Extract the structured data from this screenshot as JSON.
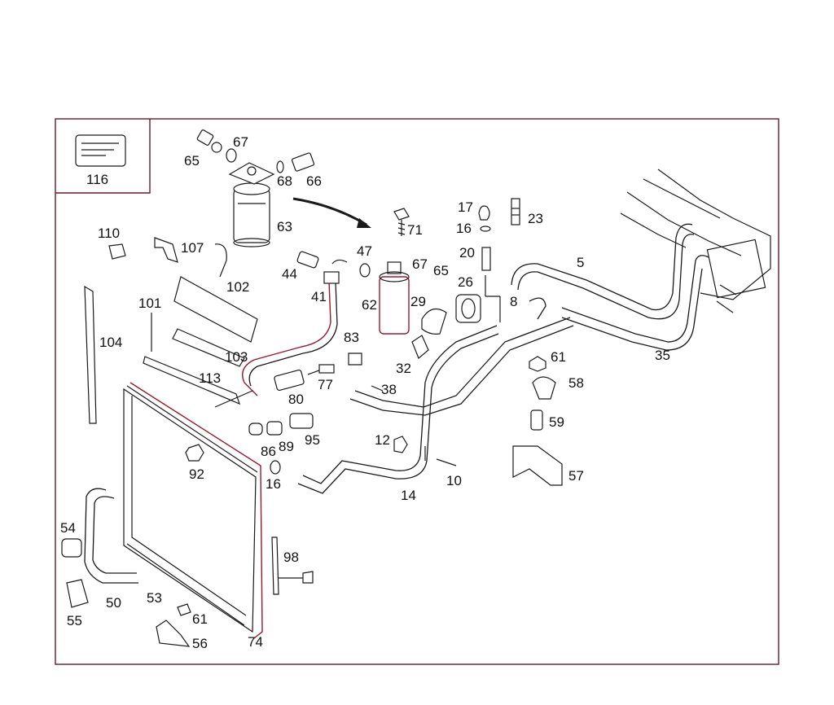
{
  "part_labels": {
    "p116": "116",
    "p65a": "65",
    "p67a": "67",
    "p68": "68",
    "p66": "66",
    "p63": "63",
    "p110": "110",
    "p107": "107",
    "p102": "102",
    "p44": "44",
    "p41": "41",
    "p47": "47",
    "p71": "71",
    "p17": "17",
    "p16a": "16",
    "p23": "23",
    "p20": "20",
    "p67b": "67",
    "p65b": "65",
    "p62": "62",
    "p29": "29",
    "p26": "26",
    "p8": "8",
    "p5": "5",
    "p35": "35",
    "p101": "101",
    "p104": "104",
    "p103": "103",
    "p113": "113",
    "p83": "83",
    "p77": "77",
    "p32": "32",
    "p38": "38",
    "p80": "80",
    "p61a": "61",
    "p58": "58",
    "p59": "59",
    "p57": "57",
    "p86": "86",
    "p89": "89",
    "p95": "95",
    "p92": "92",
    "p12": "12",
    "p16b": "16",
    "p14": "14",
    "p10": "10",
    "p54": "54",
    "p50": "50",
    "p53": "53",
    "p55": "55",
    "p61b": "61",
    "p56": "56",
    "p74": "74",
    "p98": "98"
  },
  "colors": {
    "line": "#1a1a1a",
    "accent": "#9a1830",
    "frame": "#6a1a2a"
  }
}
